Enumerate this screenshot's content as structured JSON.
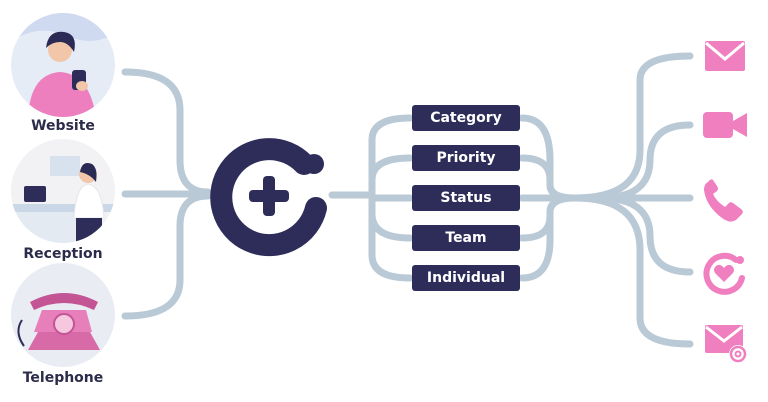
{
  "sources": [
    {
      "label": "Website"
    },
    {
      "label": "Reception"
    },
    {
      "label": "Telephone"
    }
  ],
  "center": {
    "icon": "plus-logo-icon"
  },
  "routing": [
    {
      "label": "Category"
    },
    {
      "label": "Priority"
    },
    {
      "label": "Status"
    },
    {
      "label": "Team"
    },
    {
      "label": "Individual"
    }
  ],
  "channels": [
    {
      "icon": "envelope-icon"
    },
    {
      "icon": "video-camera-icon"
    },
    {
      "icon": "phone-icon"
    },
    {
      "icon": "chat-heart-icon"
    },
    {
      "icon": "email-at-icon"
    }
  ],
  "colors": {
    "navy": "#2e2d5a",
    "connector": "#b9c9d6",
    "pink": "#f07fc0",
    "avatar_bg": "#e8edf3"
  }
}
